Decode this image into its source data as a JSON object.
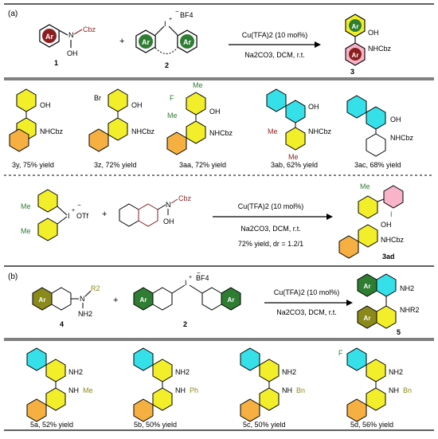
{
  "panel_a": {
    "label": "(a)",
    "reagent1": {
      "ring": "Ar",
      "chain": "N",
      "cbz": "Cbz",
      "oh": "OH",
      "number": "1"
    },
    "plus": "+",
    "reagent2": {
      "ring_left": "Ar",
      "ring_right": "Ar",
      "iodine": "I",
      "charge": "+",
      "counterion": "BF4",
      "counter_charge": "−",
      "number": "2"
    },
    "conditions": {
      "line1": "Cu(TFA)2 (10 mol%)",
      "line2": "Na2CO3, DCM, r.t."
    },
    "product": {
      "ring_top": "Ar",
      "ring_bottom": "Ar",
      "oh": "OH",
      "nh": "NHCbz",
      "number": "3"
    },
    "examples": [
      {
        "id": "3y",
        "caption": "3y, 75% yield",
        "oh": "OH",
        "nh": "NHCbz"
      },
      {
        "id": "3z",
        "caption": "3z, 72% yield",
        "oh": "OH",
        "nh": "NHCbz",
        "sub": "Br"
      },
      {
        "id": "3aa",
        "caption": "3aa, 72% yield",
        "oh": "OH",
        "nh": "NHCbz",
        "sub1": "Me",
        "sub2": "F",
        "sub3": "Me"
      },
      {
        "id": "3ab",
        "caption": "3ab, 62% yield",
        "oh": "OH",
        "nh": "NHCbz",
        "sub1": "Me",
        "sub2": "Me"
      },
      {
        "id": "3ac",
        "caption": "3ac, 68% yield",
        "oh": "OH",
        "nh": "NHCbz"
      }
    ],
    "reaction2": {
      "reagent_a": {
        "me1": "Me",
        "me2": "Me",
        "iodine": "I",
        "charge": "+",
        "counter": "OTf",
        "counter_charge": "−"
      },
      "plus": "+",
      "reagent_b": {
        "n": "N",
        "cbz": "Cbz",
        "oh": "OH"
      },
      "conditions": {
        "line1": "Cu(TFA)2 (10 mol%)",
        "line2": "Na2CO3, DCM, r.t.",
        "line3": "72% yield, dr = 1.2/1"
      },
      "product": {
        "me": "Me",
        "i": "I",
        "oh": "OH",
        "nh": "NHCbz",
        "number": "3ad"
      }
    }
  },
  "panel_b": {
    "label": "(b)",
    "reagent4": {
      "ring": "Ar",
      "n": "N",
      "r2": "R2",
      "nh2": "NH2",
      "number": "4"
    },
    "plus": "+",
    "reagent2": {
      "ring_left": "Ar",
      "ring_right": "Ar",
      "iodine": "I",
      "charge": "+",
      "counter": "BF4",
      "counter_charge": "−",
      "number": "2"
    },
    "conditions": {
      "line1": "Cu(TFA)2 (10 mol%)",
      "line2": "Na2CO3, DCM, r.t."
    },
    "product": {
      "ring_top": "Ar",
      "ring_bottom": "Ar",
      "nh2": "NH2",
      "nhr": "NHR2",
      "number": "5"
    },
    "examples": [
      {
        "id": "5a",
        "caption": "5a, 52% yield",
        "nh2": "NH2",
        "nh": "NH",
        "r": "Me"
      },
      {
        "id": "5b",
        "caption": "5b, 50% yield",
        "nh2": "NH2",
        "nh": "NH",
        "r": "Ph"
      },
      {
        "id": "5c",
        "caption": "5c, 50% yield",
        "nh2": "NH2",
        "nh": "NH",
        "r": "Bn"
      },
      {
        "id": "5d",
        "caption": "5d, 56% yield",
        "nh2": "NH2",
        "nh": "NH",
        "r": "Bn",
        "sub": "F"
      }
    ]
  },
  "colors": {
    "green": "#2e7d32",
    "olive": "#8a8a1a",
    "maroon": "#8b1e1e",
    "cyan": "#35e0e8",
    "yellow": "#f2ef2a",
    "orange": "#f5b041",
    "pink": "#f8b4c8"
  }
}
